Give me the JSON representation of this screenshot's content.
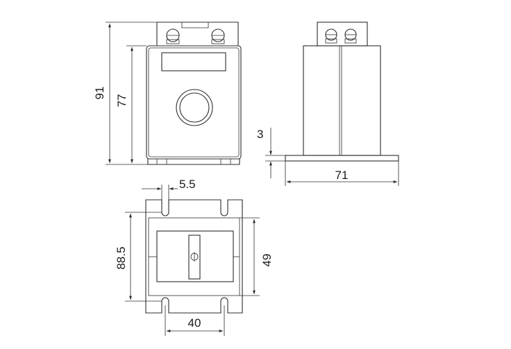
{
  "dimensions": {
    "overall_height": "91",
    "body_height": "77",
    "base_thickness": "3",
    "base_width": "71",
    "slot_width": "5.5",
    "mount_spacing": "88.5",
    "body_depth": "49",
    "slot_spacing": "40"
  },
  "colors": {
    "line": "#2b2b2b",
    "text": "#1a1a1a",
    "background": "#ffffff"
  }
}
